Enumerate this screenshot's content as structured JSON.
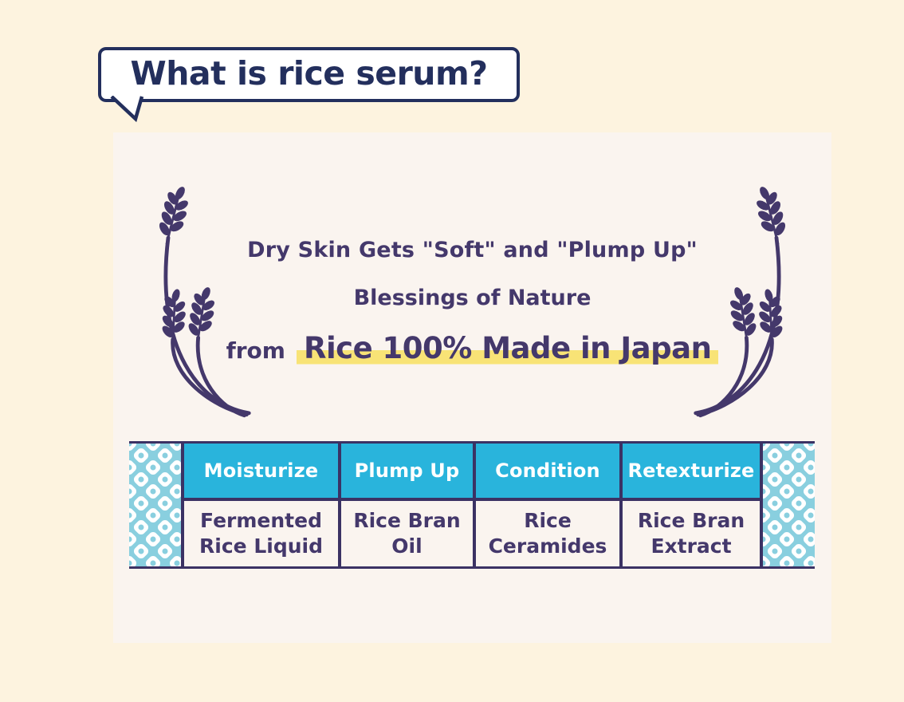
{
  "bubble": {
    "text": "What is rice serum?"
  },
  "hero": {
    "line1": "Dry Skin Gets \"Soft\" and \"Plump Up\"",
    "line2": "Blessings of Nature",
    "line3_prefix": "from",
    "line3_highlight": "Rice 100% Made in Japan"
  },
  "table": {
    "columns": [
      {
        "benefit": "Moisturize",
        "ingredient_line1": "Fermented",
        "ingredient_line2": "Rice Liquid"
      },
      {
        "benefit": "Plump Up",
        "ingredient_line1": "Rice Bran",
        "ingredient_line2": "Oil"
      },
      {
        "benefit": "Condition",
        "ingredient_line1": "Rice",
        "ingredient_line2": "Ceramides"
      },
      {
        "benefit": "Retexturize",
        "ingredient_line1": "Rice Bran",
        "ingredient_line2": "Extract"
      }
    ]
  },
  "icons": {
    "left": "rice-stalks-icon",
    "right": "rice-stalks-icon",
    "tail": "speech-bubble-tail-icon",
    "pattern": "shibori-dot-pattern"
  },
  "colors": {
    "page_bg": "#fdf3df",
    "card_bg": "#faf4ef",
    "navy": "#232f5d",
    "purple": "#44386b",
    "border_purple": "#3b3264",
    "header_blue": "#29b4dc",
    "pattern_blue": "#89cfdf",
    "highlight_yellow": "#f8e376",
    "white": "#ffffff"
  }
}
